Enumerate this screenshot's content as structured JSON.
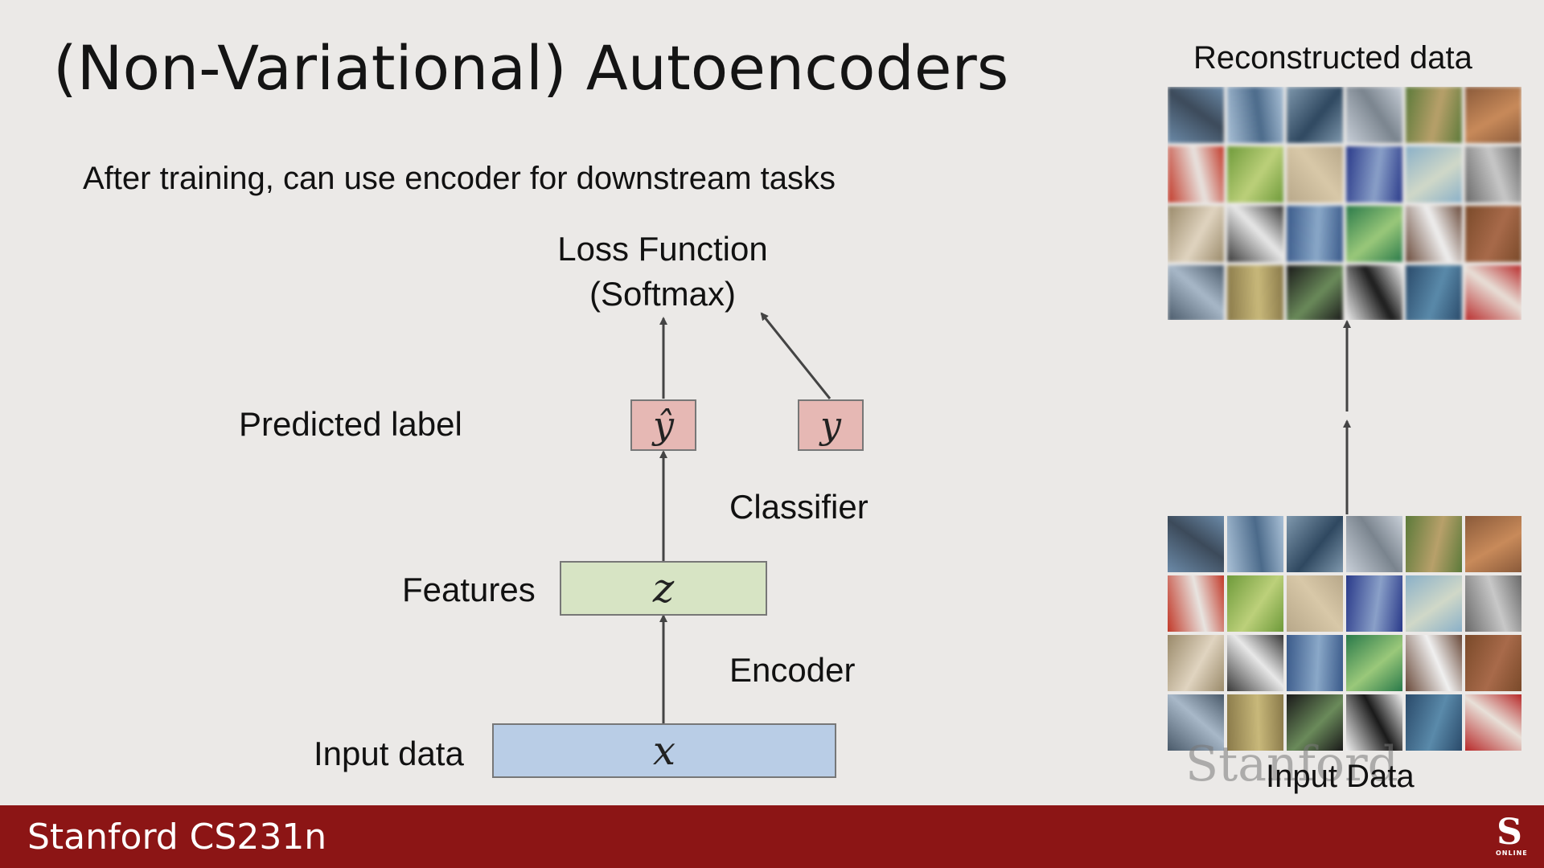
{
  "title": "(Non-Variational) Autoencoders",
  "subtitle": "After training, can use encoder for downstream tasks",
  "diagram": {
    "loss_line1": "Loss Function",
    "loss_line2": "(Softmax)",
    "predicted_label": "Predicted label",
    "y_hat": "ŷ",
    "y": "y",
    "classifier": "Classifier",
    "features": "Features",
    "z": "z",
    "encoder": "Encoder",
    "input_data": "Input data",
    "x": "x",
    "box_colors": {
      "label": "#e6b8b4",
      "features": "#d7e4c4",
      "input": "#b9cde6"
    }
  },
  "right_panel": {
    "reconstructed_label": "Reconstructed data",
    "input_label": "Input Data",
    "watermark": "Stanford",
    "tiles": [
      [
        "#6b8aa8",
        "#3c4a5a"
      ],
      [
        "#a9c0d6",
        "#4b6a8a"
      ],
      [
        "#7f98ad",
        "#2f4860"
      ],
      [
        "#c8cfd8",
        "#7a848e"
      ],
      [
        "#5c7a3a",
        "#b8a06a"
      ],
      [
        "#8a5a3a",
        "#c88a5a"
      ],
      [
        "#c23a2a",
        "#e8e4e0"
      ],
      [
        "#6e9a3a",
        "#bcd07a"
      ],
      [
        "#b8a88a",
        "#d8c8a8"
      ],
      [
        "#2a3a8a",
        "#8aa0c8"
      ],
      [
        "#8ab0c8",
        "#d0d8c8"
      ],
      [
        "#6a6a6a",
        "#c8c8c8"
      ],
      [
        "#9a8a6a",
        "#e0d4c0"
      ],
      [
        "#3a3a3a",
        "#e8e8e8"
      ],
      [
        "#3a5a8a",
        "#8aa8c8"
      ],
      [
        "#2a7a4a",
        "#9ac87a"
      ],
      [
        "#6a4a3a",
        "#f0f0f0"
      ],
      [
        "#7a4a2a",
        "#a86a4a"
      ],
      [
        "#4a5a6a",
        "#a8b8c8"
      ],
      [
        "#8a7a4a",
        "#c8b87a"
      ],
      [
        "#1a1a1a",
        "#6a8a5a"
      ],
      [
        "#f0f0f0",
        "#1a1a1a"
      ],
      [
        "#2a4a6a",
        "#5a8aaa"
      ],
      [
        "#b82a2a",
        "#e8e0d8"
      ]
    ]
  },
  "footer": {
    "text": "Stanford CS231n",
    "seal_letter": "S",
    "seal_text": "ONLINE"
  }
}
